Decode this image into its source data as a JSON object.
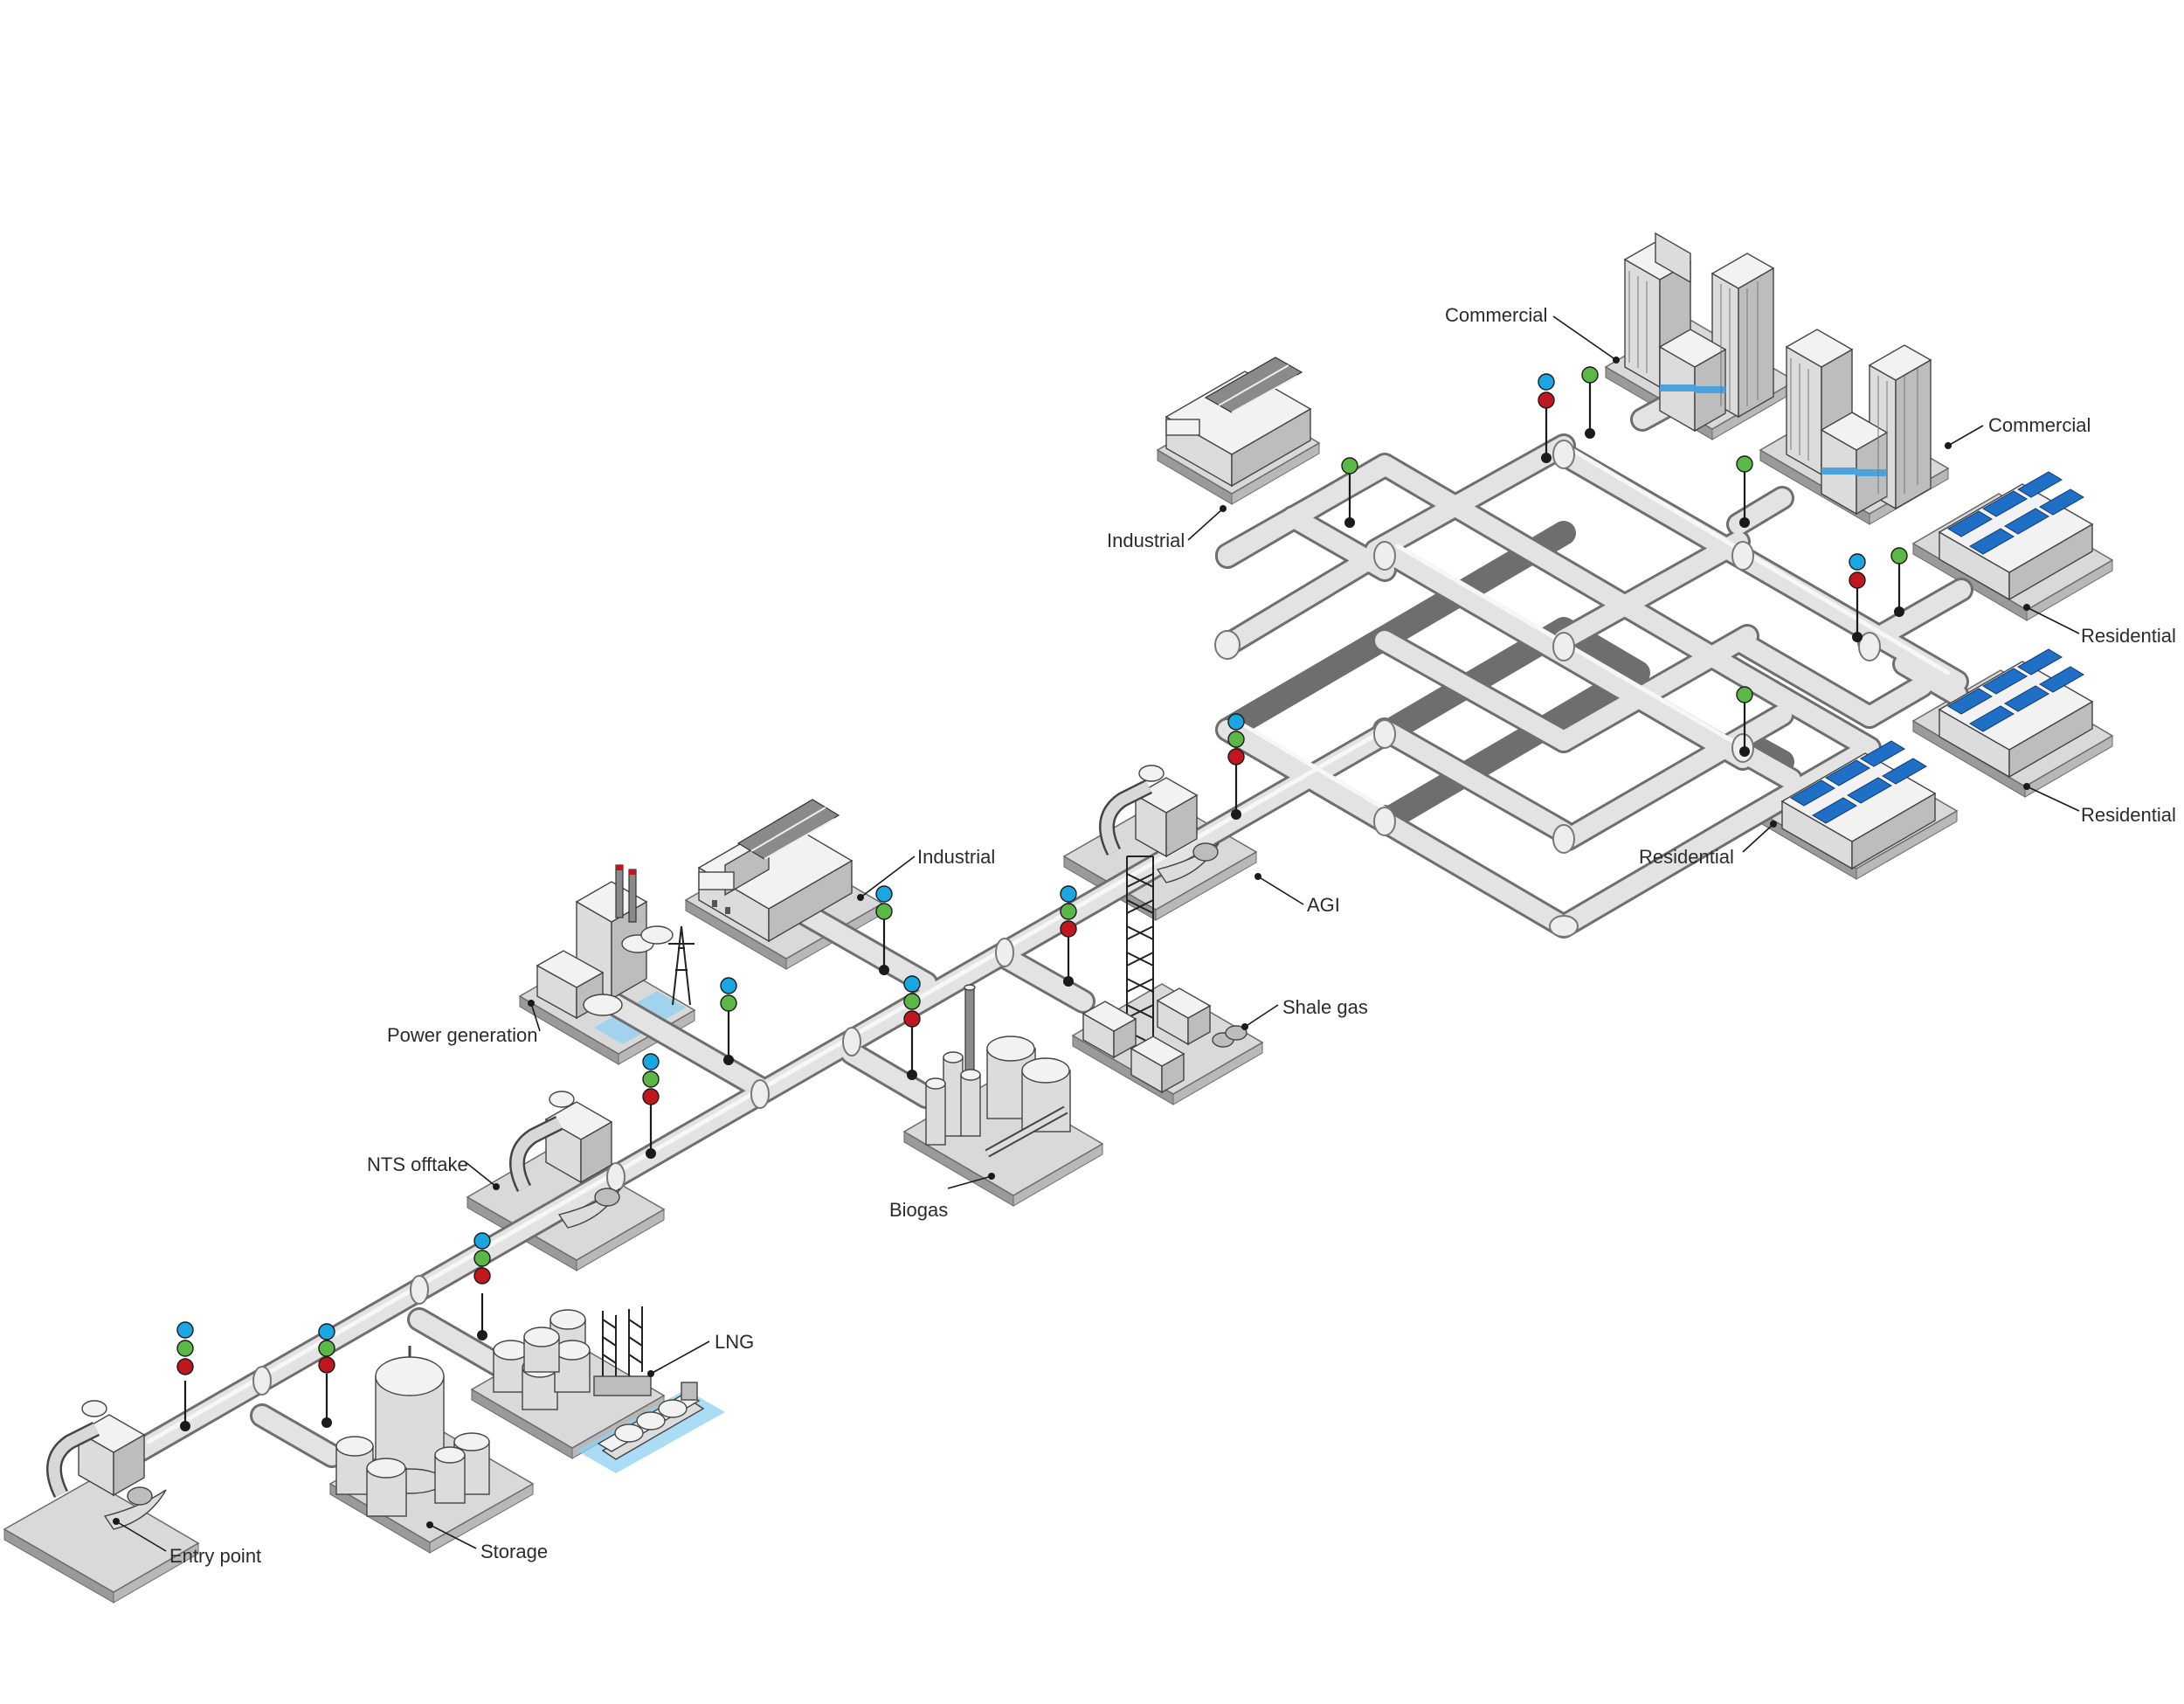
{
  "labels": {
    "commercial_1": "Commercial",
    "commercial_2": "Commercial",
    "industrial_1": "Industrial",
    "industrial_2": "Industrial",
    "residential_1": "Residential",
    "residential_2": "Residential",
    "residential_3": "Residential",
    "agi": "AGI",
    "shale_gas": "Shale gas",
    "power_generation": "Power generation",
    "nts_offtake": "NTS offtake",
    "biogas": "Biogas",
    "lng": "LNG",
    "entry_point": "Entry point",
    "storage": "Storage"
  },
  "indicator_colors": {
    "blue": "#1aa6e0",
    "green": "#5cb846",
    "red": "#c0171e"
  },
  "colors": {
    "pipe_fill": "#e3e3e3",
    "pipe_outline": "#6e6e6e",
    "solar_panel": "#1f6fc7",
    "water": "#8fd0f3"
  }
}
